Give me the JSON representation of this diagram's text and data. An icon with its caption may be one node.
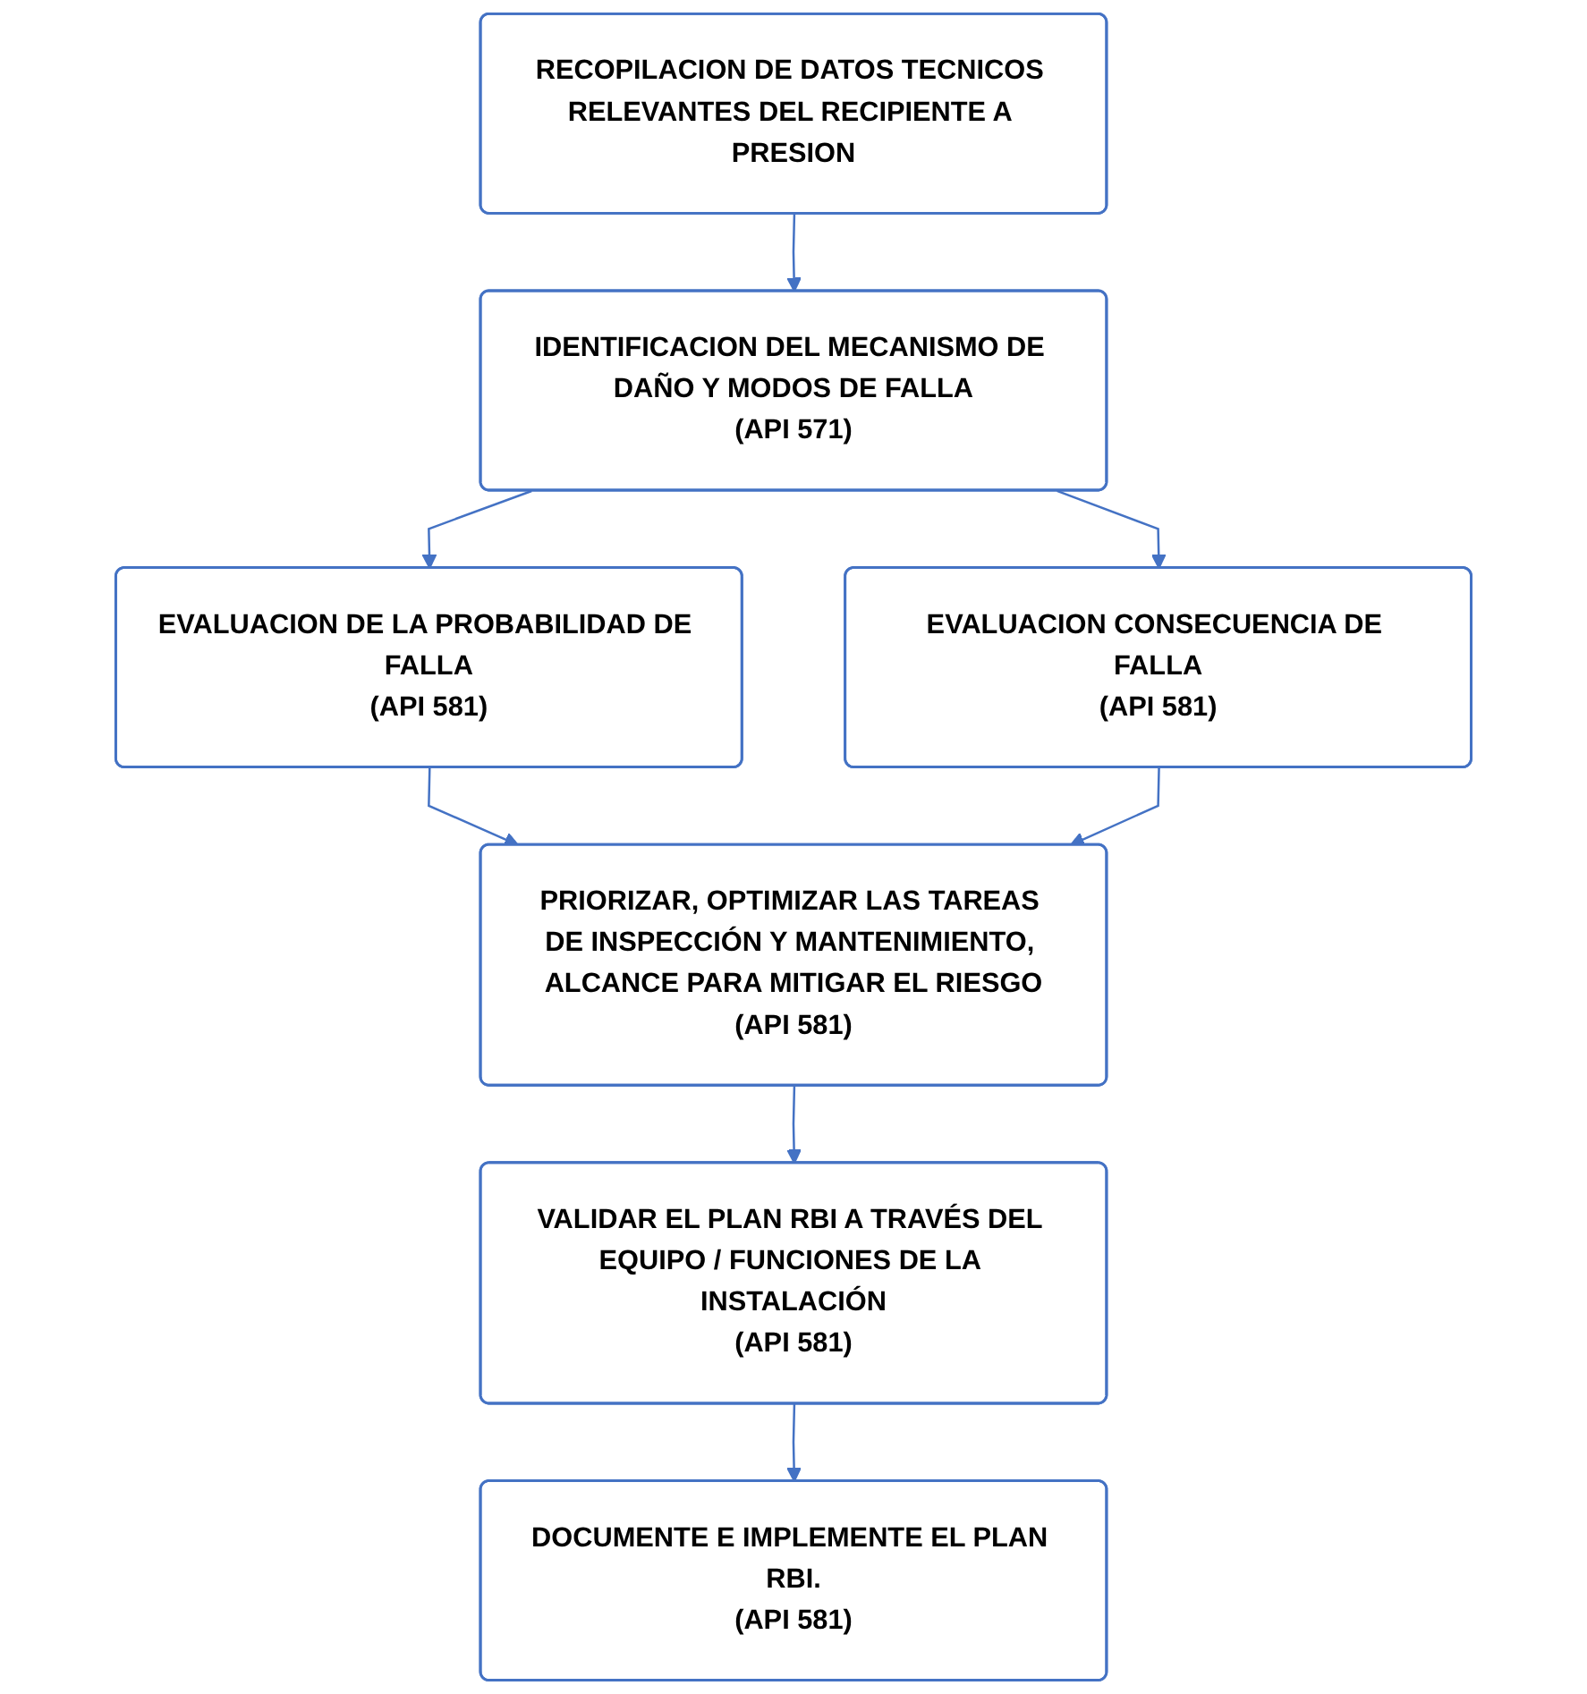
{
  "diagram": {
    "nodes": [
      {
        "text": [
          "RECOPILACION DE DATOS TECNICOS RELEVANTES DEL RECIPIENTE A PRESION"
        ]
      },
      {
        "text": [
          "IDENTIFICACION DEL MECANISMO DE DAÑO Y MODOS DE FALLA",
          "(API 571)"
        ]
      },
      {
        "text": [
          "EVALUACION DE LA PROBABILIDAD DE FALLA",
          "(API 581)"
        ]
      },
      {
        "text": [
          "EVALUACION CONSECUENCIA DE FALLA",
          "(API 581)"
        ]
      },
      {
        "text": [
          "PRIORIZAR, OPTIMIZAR LAS TAREAS DE INSPECCIÓN Y MANTENIMIENTO, ALCANCE PARA MITIGAR EL RIESGO",
          "(API 581)"
        ]
      },
      {
        "text": [
          "VALIDAR EL PLAN RBI A TRAVÉS DEL EQUIPO / FUNCIONES DE LA INSTALACIÓN",
          "(API 581)"
        ]
      },
      {
        "text": [
          "DOCUMENTE E IMPLEMENTE EL PLAN RBI.",
          "(API 581)"
        ]
      }
    ],
    "edges": [
      {
        "from": 0,
        "to": 1,
        "arrow": "to"
      },
      {
        "from": 1,
        "to": 2,
        "arrow": "to"
      },
      {
        "from": 1,
        "to": 3,
        "arrow": "to"
      },
      {
        "from": 2,
        "to": 4,
        "arrow": "to"
      },
      {
        "from": 3,
        "to": 4,
        "arrow": "to"
      },
      {
        "from": 4,
        "to": 5,
        "arrow": "to"
      },
      {
        "from": 5,
        "to": 6,
        "arrow": "to"
      }
    ]
  }
}
